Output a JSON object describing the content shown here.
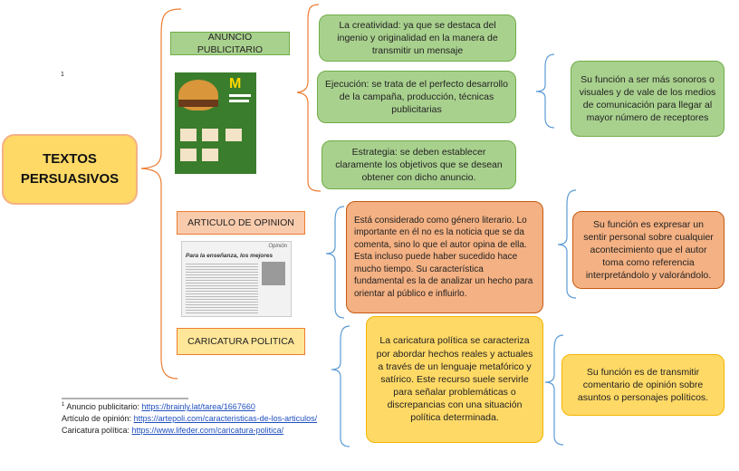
{
  "central": {
    "title": "TEXTOS PERSUASIVOS"
  },
  "footnote_ref": "1",
  "sections": [
    {
      "label": "ANUNCIO PUBLICITARIO",
      "details": [
        "La creatividad: ya que se destaca del ingenio y originalidad en la manera de transmitir un mensaje",
        "Ejecución: se trata de el perfecto desarrollo de la campaña, producción, técnicas publicitarias",
        "Estrategia: se deben establecer claramente los objetivos que se desean obtener con dicho anuncio."
      ],
      "function": "Su función a ser más sonoros o visuales y de vale de los medios de comunicación para llegar al mayor número de receptores"
    },
    {
      "label": "ARTICULO DE OPINION",
      "details": [
        "Está considerado como género literario. Lo importante en él no es la noticia que se da comenta, sino lo que el autor opina de ella. Esta incluso puede haber sucedido hace mucho tiempo. Su característica fundamental es la de analizar un hecho para orientar al público e influirlo."
      ],
      "function": "Su función es expresar un sentir personal sobre cualquier acontecimiento que el autor toma como referencia interpretándolo y valorándolo."
    },
    {
      "label": "CARICATURA POLITICA",
      "details": [
        "La caricatura política se caracteriza por abordar hechos reales y actuales a través de un lenguaje metafórico y satírico. Este recurso suele servirle para señalar problemáticas o discrepancias con una situación política determinada."
      ],
      "function": "Su función es de transmitir comentario de opinión sobre asuntos o personajes políticos."
    }
  ],
  "newspaper_headline": "Para la enseñanza, los mejores",
  "newspaper_section": "Opinión",
  "footnotes": [
    {
      "marker": "1",
      "label": "Anuncio publicitario: ",
      "url": "https://brainly.lat/tarea/1667660"
    },
    {
      "marker": "",
      "label": "Artículo de opinión: ",
      "url": "https://artepoli.com/caracteristicas-de-los-articulos/"
    },
    {
      "marker": "",
      "label": "Caricatura política: ",
      "url": "https://www.lifeder.com/caricatura-politica/"
    }
  ],
  "colors": {
    "green": "#a9d18e",
    "rose": "#f4b183",
    "gold": "#ffd966",
    "brace": "#ed7d31",
    "blue_brace": "#5b9bd5"
  }
}
